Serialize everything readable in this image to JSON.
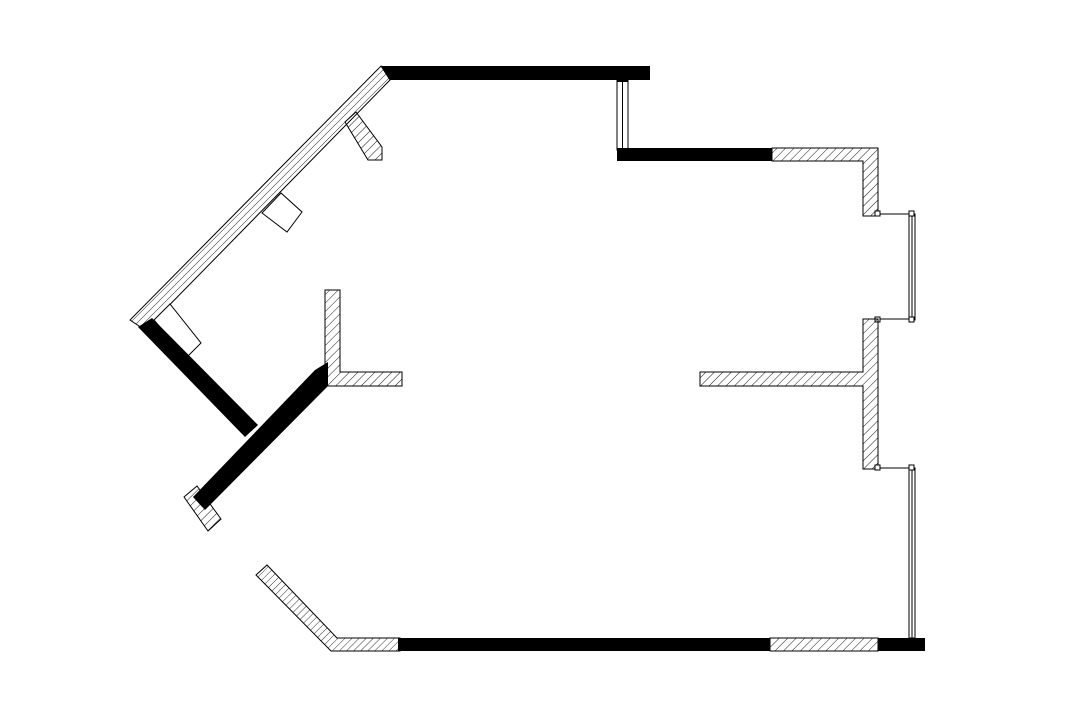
{
  "diagram": {
    "kind": "architectural-floor-plan",
    "colors": {
      "background": "#ffffff",
      "solid_wall": "#000000",
      "hatch_line": "#000000",
      "window_frame": "#000000"
    },
    "wall_types": [
      "solid",
      "hatched"
    ],
    "labels": []
  }
}
